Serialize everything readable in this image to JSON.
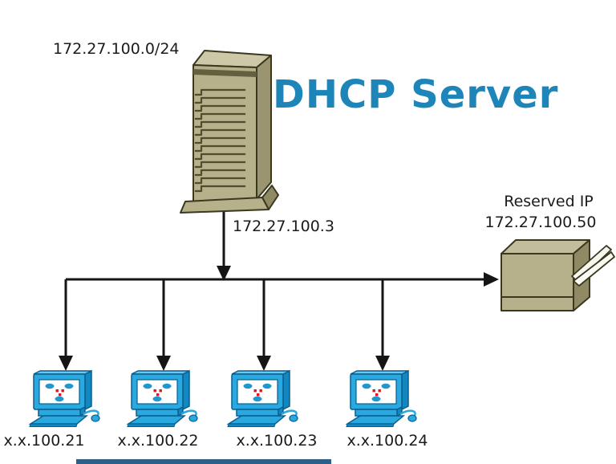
{
  "title": "DHCP Server",
  "network": {
    "subnet": "172.27.100.0/24",
    "server_ip": "172.27.100.3",
    "reserved_label": "Reserved IP",
    "reserved_ip": "172.27.100.50"
  },
  "clients": [
    {
      "label": "x.x.100.21"
    },
    {
      "label": "x.x.100.22"
    },
    {
      "label": "x.x.100.23"
    },
    {
      "label": "x.x.100.24"
    }
  ],
  "icons": {
    "server": "rack-server-icon",
    "printer": "printer-icon",
    "client": "desktop-pc-icon"
  },
  "colors": {
    "title_blue": "#1e85b8",
    "device_khaki": "#b6b18b",
    "device_khaki_dark": "#8f8a64",
    "device_khaki_light": "#c9c5a3",
    "device_outline": "#3a381f",
    "pc_blue": "#2aa9e1",
    "pc_blue_dark": "#1287c0",
    "line_black": "#151515",
    "bottom_bar_blue": "#2d6089"
  }
}
